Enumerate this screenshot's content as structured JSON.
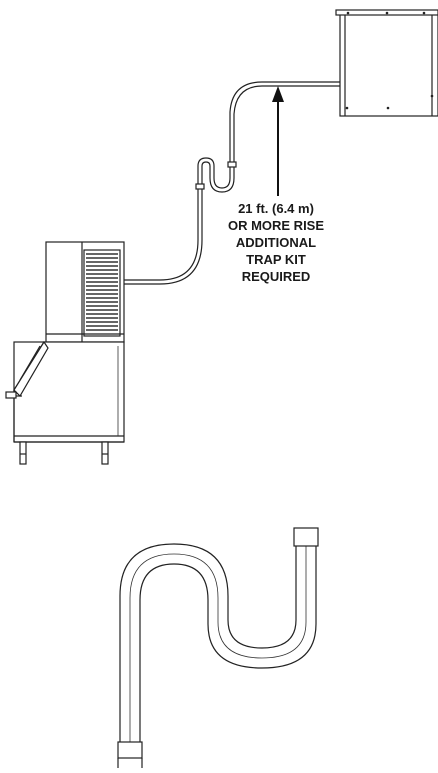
{
  "callout": {
    "lines": [
      "21 ft. (6.4 m)",
      "OR MORE RISE",
      "ADDITIONAL",
      "TRAP KIT",
      "REQUIRED"
    ]
  }
}
